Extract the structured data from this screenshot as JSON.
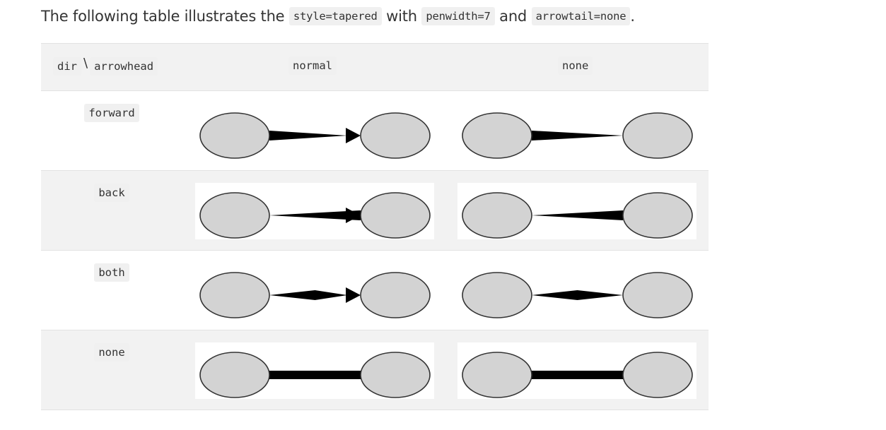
{
  "intro": {
    "prefix": "The following table illustrates the",
    "code_style": "style=tapered",
    "mid1": "with",
    "code_penwidth": "penwidth=7",
    "mid2": "and",
    "code_arrowtail": "arrowtail=none",
    "suffix": "."
  },
  "table": {
    "header": {
      "dir_label": "dir",
      "separator": "\\",
      "arrowhead_label": "arrowhead",
      "col_normal": "normal",
      "col_none": "none"
    },
    "rows": [
      {
        "dir": "forward"
      },
      {
        "dir": "back"
      },
      {
        "dir": "both"
      },
      {
        "dir": "none"
      }
    ]
  },
  "colors": {
    "node_fill": "#d3d3d3",
    "node_stroke": "#333333",
    "edge": "#000000",
    "row_shade": "#f2f2f2",
    "code_bg": "#f0f0f0"
  },
  "diagram_cells": [
    {
      "dir": "forward",
      "arrowhead": "normal"
    },
    {
      "dir": "forward",
      "arrowhead": "none"
    },
    {
      "dir": "back",
      "arrowhead": "normal"
    },
    {
      "dir": "back",
      "arrowhead": "none"
    },
    {
      "dir": "both",
      "arrowhead": "normal"
    },
    {
      "dir": "both",
      "arrowhead": "none"
    },
    {
      "dir": "none",
      "arrowhead": "normal"
    },
    {
      "dir": "none",
      "arrowhead": "none"
    }
  ]
}
